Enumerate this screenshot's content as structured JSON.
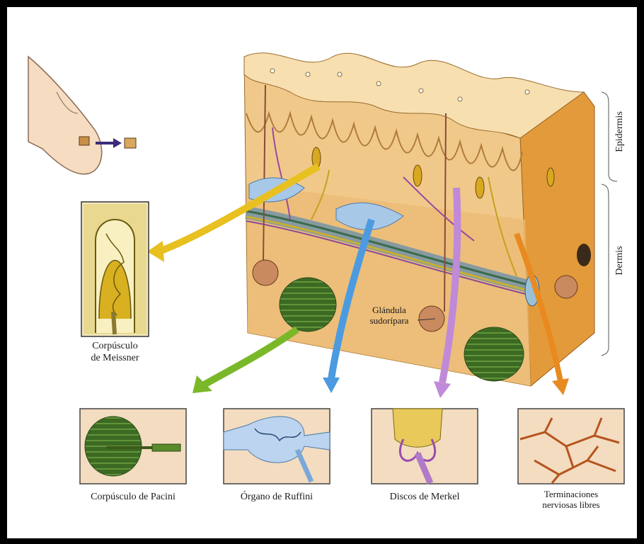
{
  "labels": {
    "meissner_line1": "Corpúsculo",
    "meissner_line2": "de Meissner",
    "gland_line1": "Glándula",
    "gland_line2": "sudorípara",
    "epidermis": "Epidermis",
    "dermis": "Dermis",
    "pacini": "Corpúsculo de Pacini",
    "ruffini": "Órgano de Ruffini",
    "merkel": "Discos de Merkel",
    "free_line1": "Terminaciones",
    "free_line2": "nerviosas libres"
  },
  "colors": {
    "skin_light": "#f3d49a",
    "skin_mid": "#e9b86a",
    "skin_side": "#e39a3a",
    "meissner": "#e0b820",
    "pacini": "#4a7d2a",
    "ruffini": "#8fb5e0",
    "merkel": "#b07ac8",
    "free_nerve": "#b5541d",
    "arrow_meissner": "#e8c020",
    "arrow_pacini": "#7ab82a",
    "arrow_ruffini": "#4c9be0",
    "arrow_merkel": "#c08ad8",
    "arrow_free": "#e88a20"
  }
}
